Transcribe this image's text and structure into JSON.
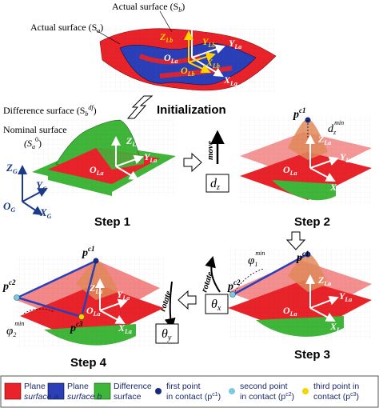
{
  "labels": {
    "actual_sb": "Actual surface (S",
    "actual_sb_sub": "b",
    "actual_sa": "Actual surface (S",
    "actual_sa_sub": "a",
    "difference": "Difference surface (S",
    "difference_sub": "b",
    "difference_sup": "df",
    "nominal": "Nominal surface",
    "nominal_sym": "(S",
    "nominal_sub": "a",
    "nominal_sup": "0",
    "initialization": "Initialization"
  },
  "axes_top": {
    "zla": "Z",
    "zlb": "Z",
    "yla": "Y",
    "ylb": "Y",
    "ola": "O",
    "olb": "O",
    "xla": "X",
    "xlb": "X",
    "sub_la": "La",
    "sub_lb": "Lb"
  },
  "axes_global": {
    "z": "Z",
    "y": "Y",
    "o": "O",
    "x": "X",
    "sub": "G"
  },
  "steps": {
    "s1": "Step 1",
    "s2": "Step 2",
    "s3": "Step 3",
    "s4": "Step 4"
  },
  "ops": {
    "move": "move",
    "rotate_a": "rotate",
    "rotate_b": "rotate",
    "dz": "d",
    "dz_sub": "z",
    "theta_x": "θ",
    "theta_x_sub": "x",
    "theta_y": "θ",
    "theta_y_sub": "y"
  },
  "points": {
    "pc1": "p",
    "pc1_sup": "c1",
    "pc2": "p",
    "pc2_sup": "c2",
    "pc3": "p",
    "pc3_sup": "c3",
    "dzmin": "d",
    "dzmin_sub": "z",
    "dzmin_sup": "min",
    "phi1": "φ",
    "phi1_sub": "1",
    "phi1_sup": "min",
    "phi2": "φ",
    "phi2_sub": "2",
    "phi2_sup": "min"
  },
  "legend": {
    "plane_a_1": "Plane",
    "plane_a_2": "surface a",
    "plane_b_1": "Plane",
    "plane_b_2": "surface b",
    "diff_1": "Difference",
    "diff_2": "surface",
    "first_1": "first point",
    "first_2": "in contact (p",
    "second_1": "second point",
    "second_2": "in contact (p",
    "third_1": "third point in",
    "third_2": "contact (p",
    "c1": "c1",
    "c2": "c2",
    "c3": "c3",
    "close": ")"
  },
  "colors": {
    "red": "#e8232a",
    "blue": "#2b3fb8",
    "green": "#3fb53a",
    "navy": "#1a2a7a",
    "cyan": "#7ec8e3",
    "yellow": "#f2d600"
  }
}
